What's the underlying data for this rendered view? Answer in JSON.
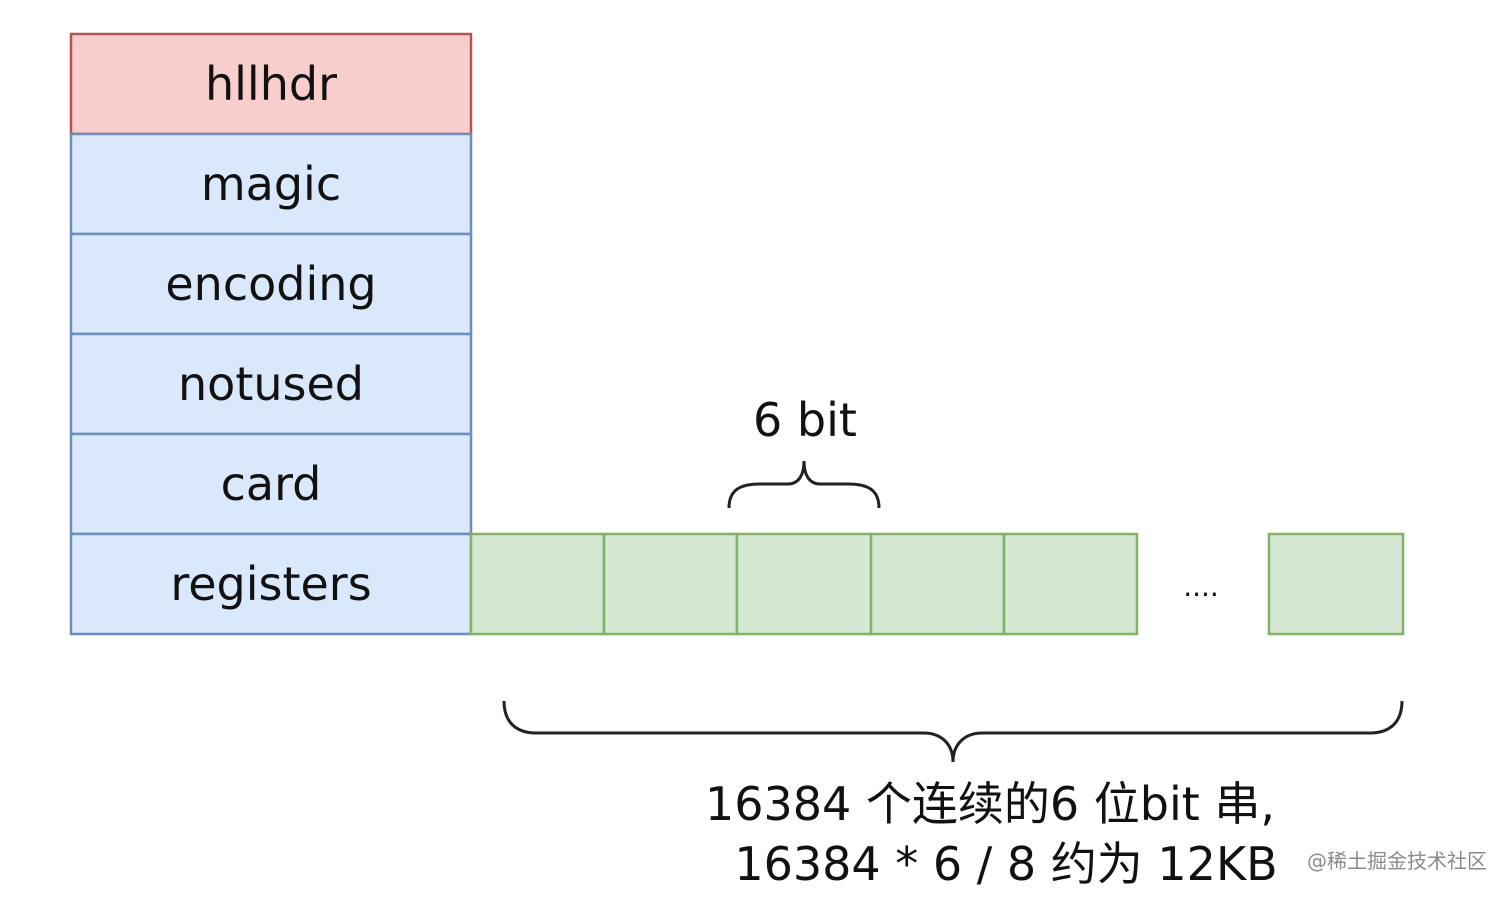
{
  "header_fields": [
    {
      "label": "hllhdr",
      "fill": "#f8cecc",
      "stroke": "#b85450"
    },
    {
      "label": "magic",
      "fill": "#dae8fc",
      "stroke": "#6c8ebf"
    },
    {
      "label": "encoding",
      "fill": "#dae8fc",
      "stroke": "#6c8ebf"
    },
    {
      "label": "notused",
      "fill": "#dae8fc",
      "stroke": "#6c8ebf"
    },
    {
      "label": "card",
      "fill": "#dae8fc",
      "stroke": "#6c8ebf"
    },
    {
      "label": "registers",
      "fill": "#dae8fc",
      "stroke": "#6c8ebf"
    }
  ],
  "register_cells": {
    "fill": "#d5e8d4",
    "stroke": "#82b366",
    "ellipsis": "...."
  },
  "annotations": {
    "cell_size": "6 bit",
    "total_line1": "16384 个连续的6 位bit 串,",
    "total_line2": "16384 * 6 / 8 约为 12KB"
  },
  "watermark": "@稀土掘金技术社区"
}
